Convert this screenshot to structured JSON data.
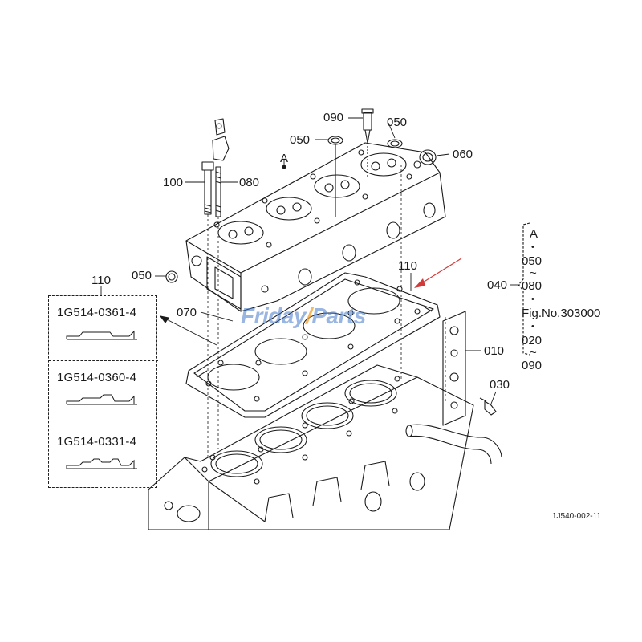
{
  "figure": {
    "code": "1J540-002-11",
    "watermark": "FridayParts"
  },
  "callouts": {
    "c090": "090",
    "c050_top": "050",
    "c050_right": "050",
    "c060": "060",
    "cA": "A",
    "c100": "100",
    "c080": "080",
    "c050_left": "050",
    "c110_gasket": "110",
    "c070": "070",
    "c040": "040",
    "c010": "010",
    "c030": "030",
    "c110_inset": "110"
  },
  "reference_group": {
    "items": [
      "A",
      "•",
      "050",
      "~",
      "080",
      "•",
      "Fig.No.303000",
      "•",
      "020",
      "~",
      "090"
    ]
  },
  "inset": {
    "options": [
      {
        "part_no": "1G514-0361-4"
      },
      {
        "part_no": "1G514-0360-4"
      },
      {
        "part_no": "1G514-0331-4"
      }
    ]
  },
  "colors": {
    "line": "#1a1a1a",
    "arrow_highlight": "#d23a3a",
    "watermark_blue": "#4678c8",
    "watermark_orange": "#f5a028"
  }
}
